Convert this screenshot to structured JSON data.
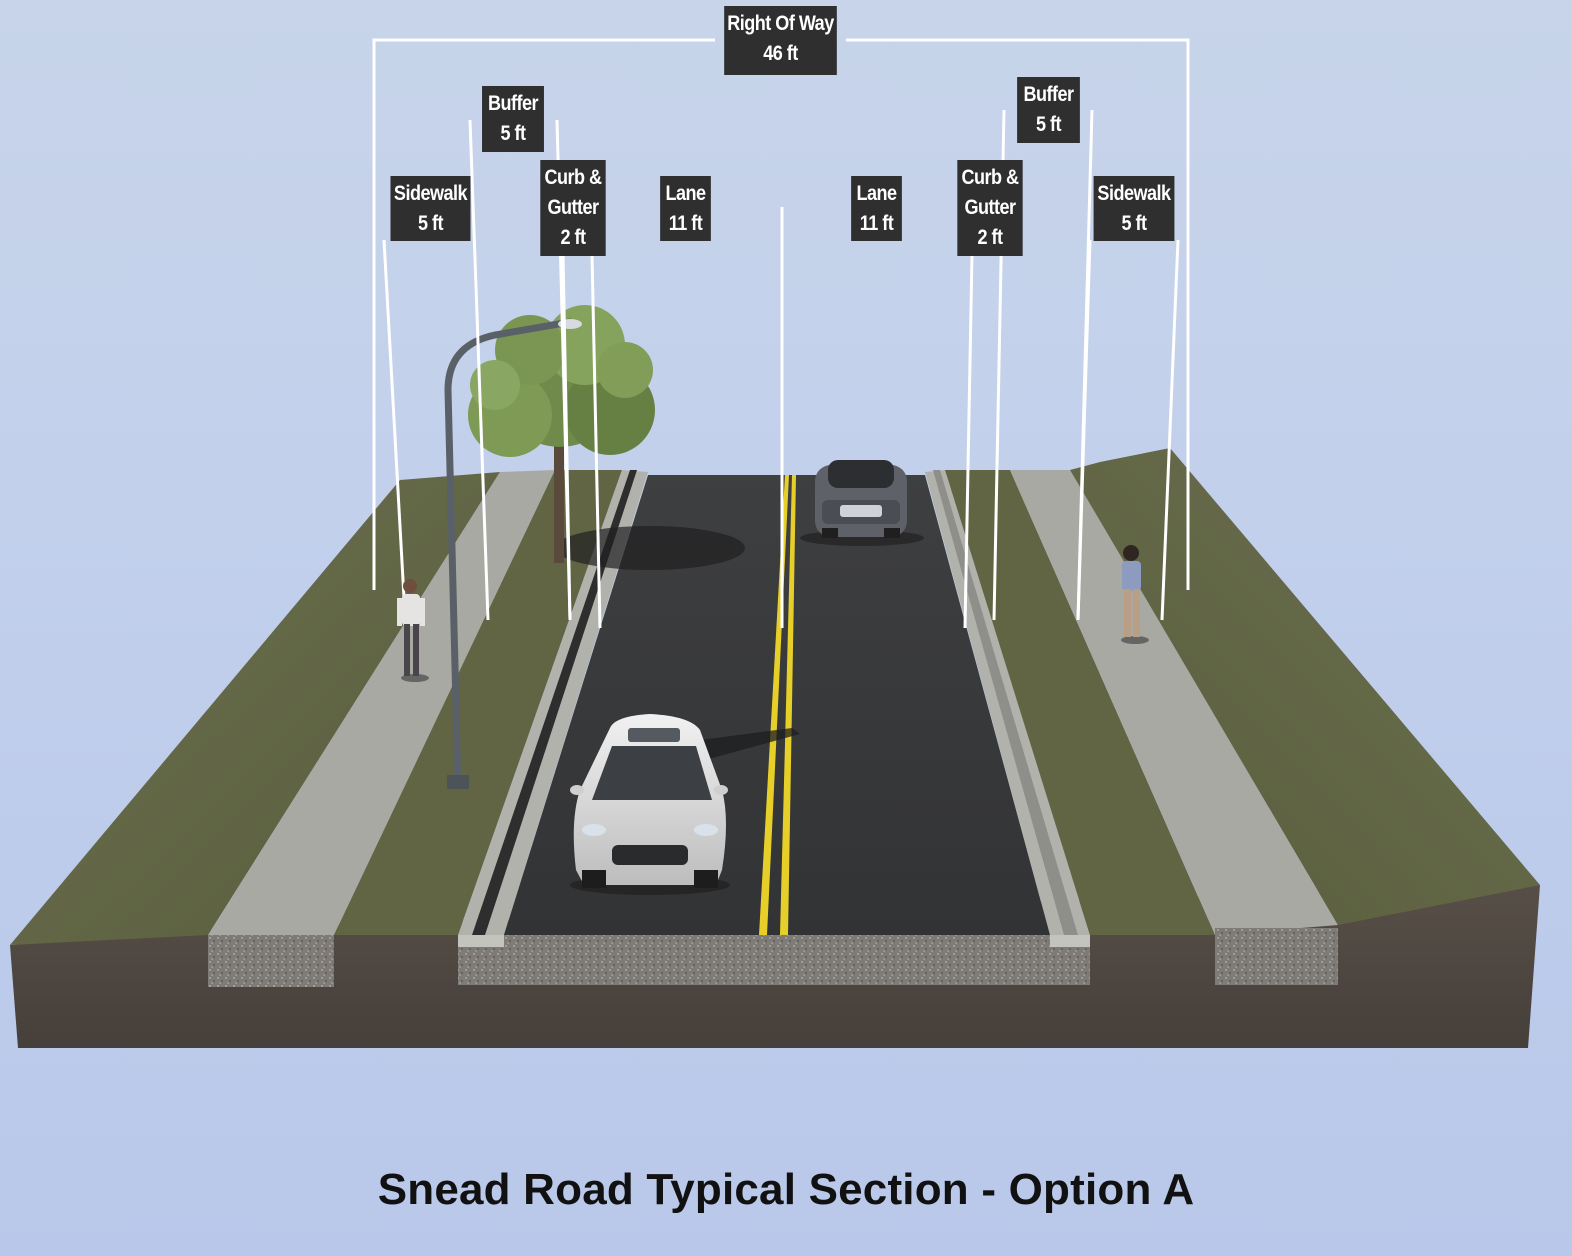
{
  "labels": {
    "right_of_way": {
      "name": "Right Of Way",
      "value": "46 ft"
    },
    "buffer_left": {
      "name": "Buffer",
      "value": "5 ft"
    },
    "buffer_right": {
      "name": "Buffer",
      "value": "5 ft"
    },
    "sidewalk_left": {
      "name": "Sidewalk",
      "value": "5 ft"
    },
    "sidewalk_right": {
      "name": "Sidewalk",
      "value": "5 ft"
    },
    "curb_left": {
      "name1": "Curb &",
      "name2": "Gutter",
      "value": "2 ft"
    },
    "curb_right": {
      "name1": "Curb &",
      "name2": "Gutter",
      "value": "2 ft"
    },
    "lane_left": {
      "name": "Lane",
      "value": "11 ft"
    },
    "lane_right": {
      "name": "Lane",
      "value": "11 ft"
    }
  },
  "title": "Snead Road Typical Section - Option A",
  "colors": {
    "grass": "#5f6442",
    "sidewalk": "#a9a9a4",
    "asphalt": "#38393a",
    "centerline": "#e7cf2a",
    "soil": "#4e4741",
    "label_bg": "#2f2f30"
  }
}
